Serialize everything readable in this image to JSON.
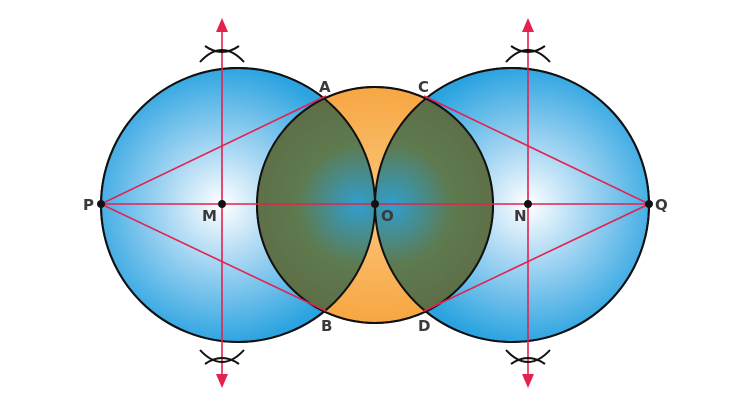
{
  "colors": {
    "blue_outer": "#2aa3e0",
    "blue_inner": "#ffffff",
    "orange": "#f7a743",
    "overlap": "#5e7a4e",
    "line": "#e3224f",
    "stroke": "#111111"
  },
  "points": {
    "P": "P",
    "Q": "Q",
    "M": "M",
    "N": "N",
    "O": "O",
    "A": "A",
    "B": "B",
    "C": "C",
    "D": "D"
  }
}
